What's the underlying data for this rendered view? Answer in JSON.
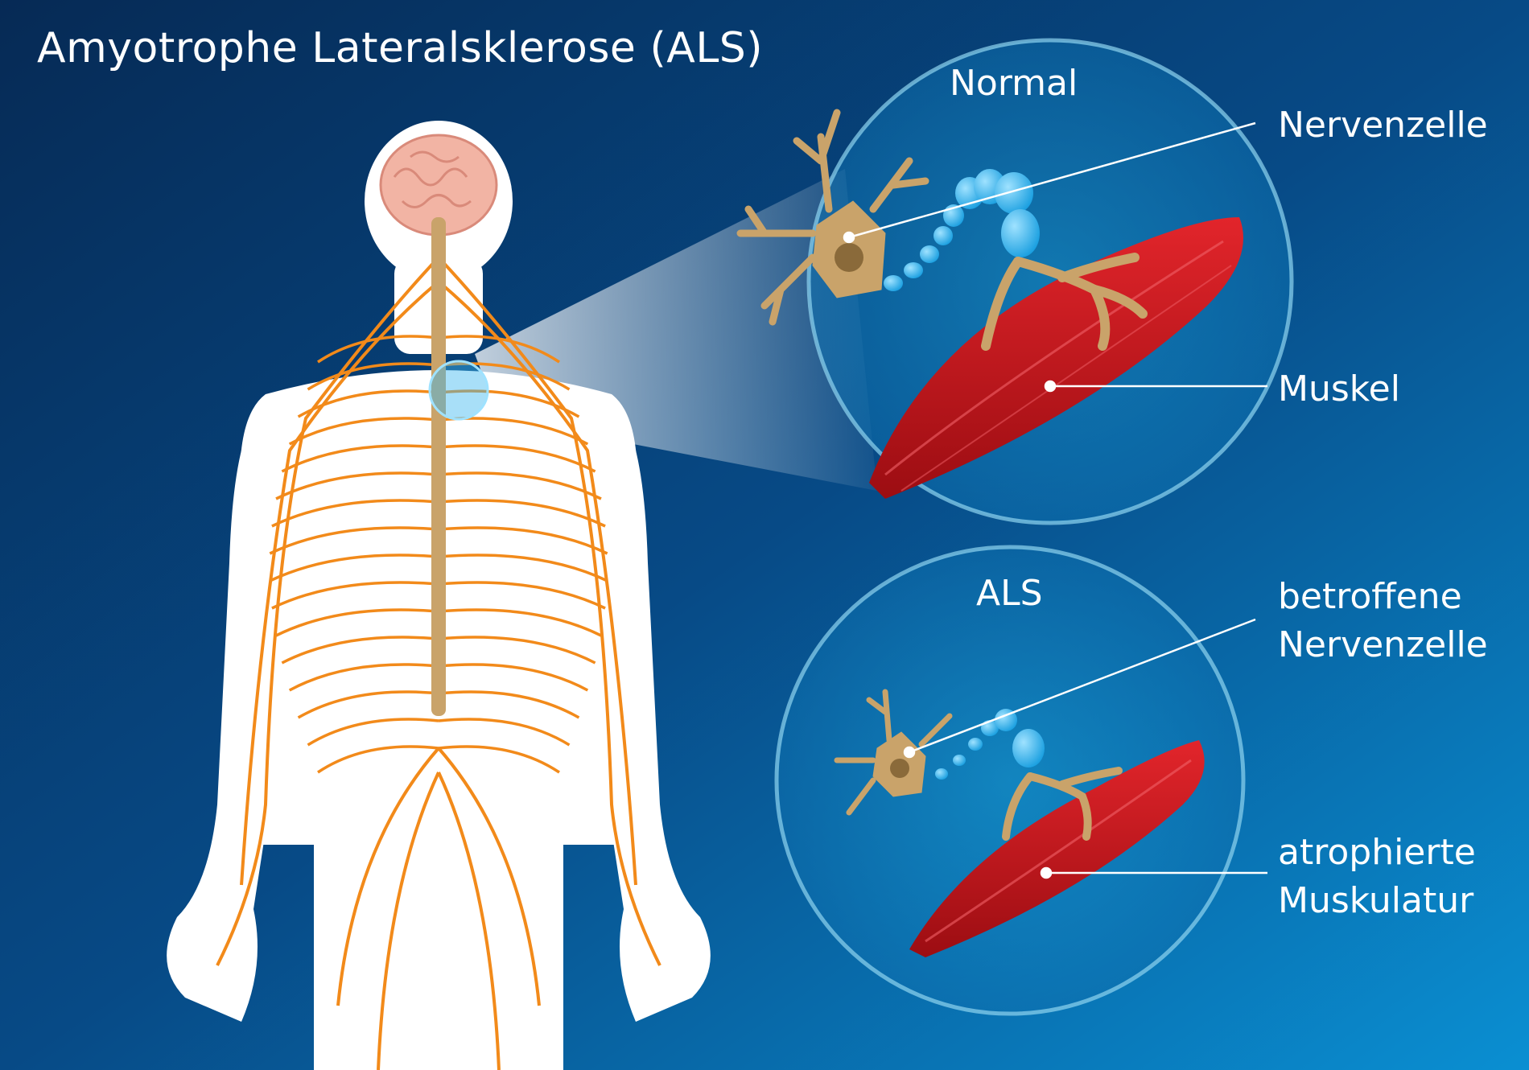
{
  "title": "Amyotrophe Lateralsklerose (ALS)",
  "panels": {
    "normal": {
      "heading": "Normal",
      "nerve_label": "Nervenzelle",
      "muscle_label": "Muskel"
    },
    "als": {
      "heading": "ALS",
      "nerve_label_line1": "betroffene",
      "nerve_label_line2": "Nervenzelle",
      "muscle_label_line1": "atrophierte",
      "muscle_label_line2": "Muskulatur"
    }
  },
  "colors": {
    "background_dark": "#062a55",
    "background_light": "#0a7fc4",
    "body": "#ffffff",
    "nerves": "#f28a1a",
    "spine": "#c9a36a",
    "brain": "#f2b4a4",
    "muscle": "#c8151c",
    "myelin": "#3fb8f0",
    "neuron": "#c9a36a"
  }
}
